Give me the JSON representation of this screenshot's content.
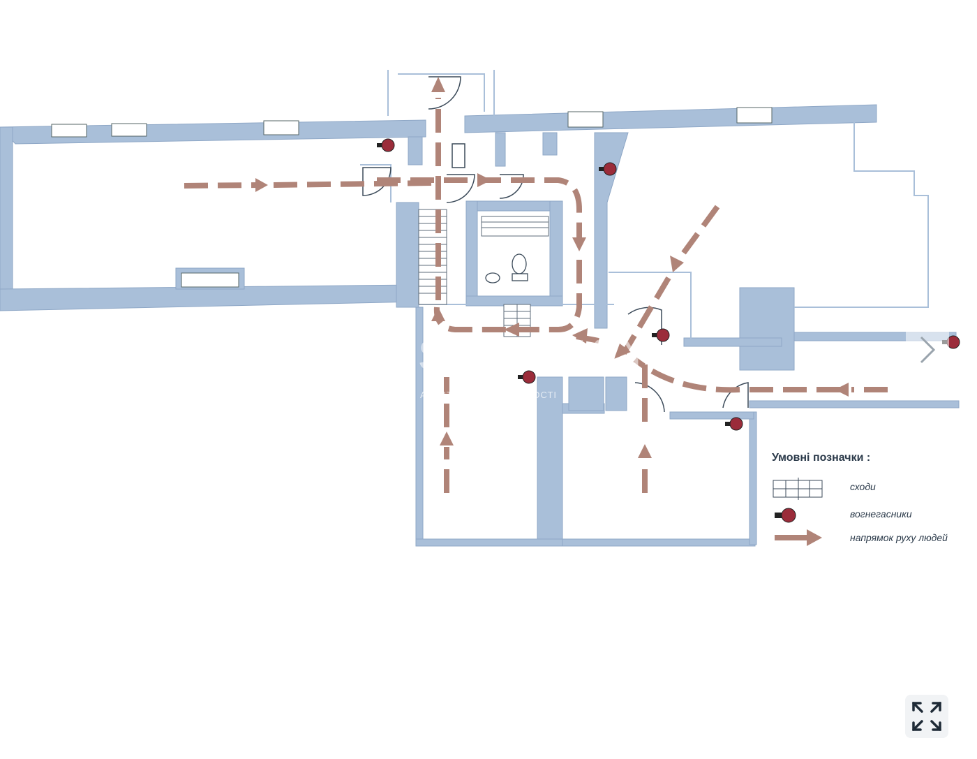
{
  "plan": {
    "legend": {
      "title": "Умовні позначки :",
      "items": [
        {
          "icon": "stairs-icon",
          "label": "сходи"
        },
        {
          "icon": "fire-extinguisher-icon",
          "label": "вогнегасники"
        },
        {
          "icon": "arrow-icon",
          "label": "напрямок руху людей"
        }
      ]
    },
    "colors": {
      "wall": "#a9bfd9",
      "wall_stroke": "#8ea7c6",
      "arrow": "#b08478",
      "extinguisher": "#9b2c3a",
      "paper": "#fbfbfd"
    }
  },
  "watermark": {
    "brand": "VARSHAVSKIY",
    "tagline": "АГЕНТСТВО НЕРУХОМОСТІ"
  },
  "controls": {
    "next_icon": "chevron-right-icon",
    "fullscreen_icon": "expand-icon"
  }
}
